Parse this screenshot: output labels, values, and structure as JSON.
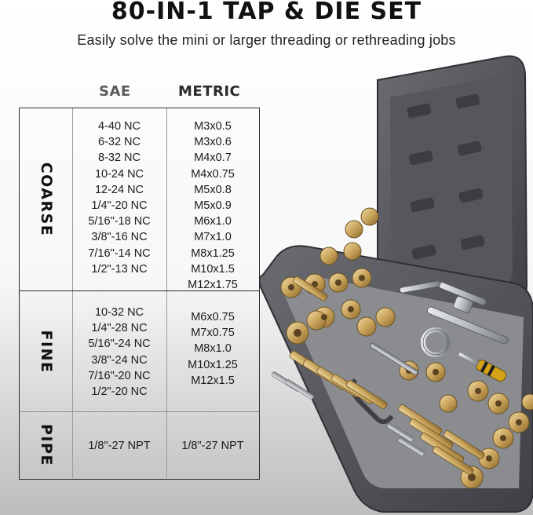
{
  "header": {
    "title": "80-IN-1 TAP & DIE SET",
    "subtitle": "Easily solve the mini or larger threading or rethreading jobs"
  },
  "table": {
    "columns": [
      "SAE",
      "METRIC"
    ],
    "rows": [
      {
        "label": "COARSE",
        "sae": [
          "4-40 NC",
          "6-32 NC",
          "8-32 NC",
          "10-24 NC",
          "12-24 NC",
          "1/4\"-20 NC",
          "5/16\"-18 NC",
          "3/8\"-16 NC",
          "7/16\"-14 NC",
          "1/2\"-13 NC"
        ],
        "metric": [
          "M3x0.5",
          "M3x0.6",
          "M4x0.7",
          "M4x0.75",
          "M5x0.8",
          "M5x0.9",
          "M6x1.0",
          "M7x1.0",
          "M8x1.25",
          "M10x1.5",
          "M12x1.75"
        ]
      },
      {
        "label": "FINE",
        "sae": [
          "10-32 NC",
          "1/4\"-28 NC",
          "5/16\"-24 NC",
          "3/8\"-24 NC",
          "7/16\"-20 NC",
          "1/2\"-20 NC"
        ],
        "metric": [
          "M6x0.75",
          "M7x0.75",
          "M8x1.0",
          "M10x1.25",
          "M12x1.5"
        ]
      },
      {
        "label": "PIPE",
        "sae": [
          "1/8\"-27 NPT"
        ],
        "metric": [
          "1/8\"-27 NPT"
        ]
      }
    ]
  },
  "colors": {
    "case_gray": "#4d4f54",
    "insert_gray": "#8a8c90",
    "tool_gold": "#c9a45c",
    "steel": "#b9bcc0"
  }
}
